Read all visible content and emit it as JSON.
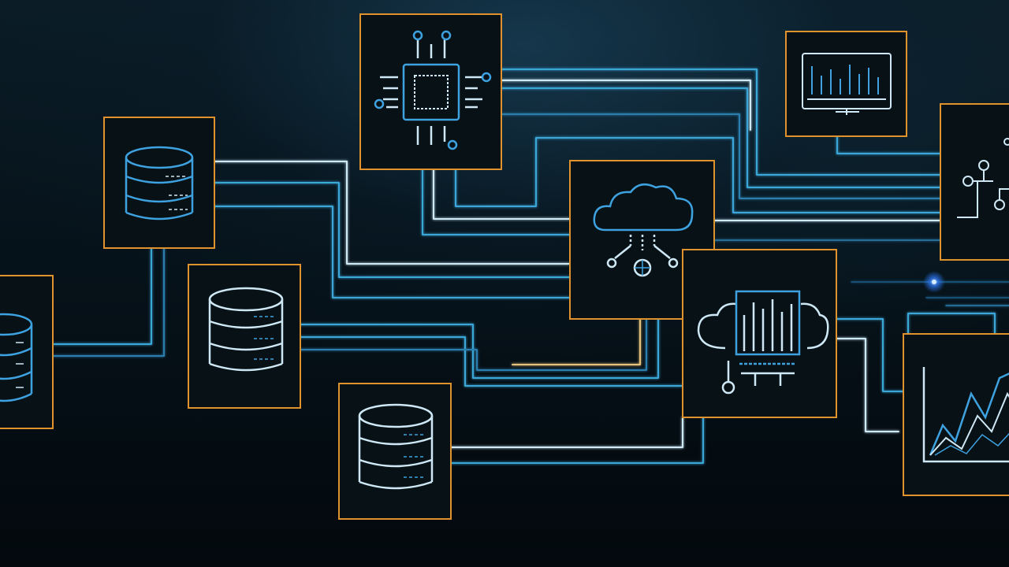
{
  "colors": {
    "background": "#06121a",
    "node_border": "#e0922c",
    "node_fill": "#091319",
    "connector_blue": "#3aa6d8",
    "connector_bright": "#bfe6f6",
    "connector_gold": "#e6c27a",
    "icon_blue": "#3ea2e0",
    "icon_light": "#cfe8f5",
    "glow": "#2f7cff"
  },
  "nodes": [
    {
      "id": "database-left-edge",
      "icon": "database-icon"
    },
    {
      "id": "database-upper-left",
      "icon": "database-icon"
    },
    {
      "id": "database-center-left",
      "icon": "database-icon"
    },
    {
      "id": "database-bottom",
      "icon": "database-icon"
    },
    {
      "id": "processor-chip",
      "icon": "cpu-chip-icon"
    },
    {
      "id": "cloud-hub",
      "icon": "cloud-network-icon"
    },
    {
      "id": "monitor-dashboard",
      "icon": "monitor-chart-icon"
    },
    {
      "id": "circuit-right-edge",
      "icon": "circuit-icon"
    },
    {
      "id": "cloud-bar-analytics",
      "icon": "cloud-bar-chart-icon"
    },
    {
      "id": "area-chart-right",
      "icon": "area-chart-icon"
    }
  ]
}
